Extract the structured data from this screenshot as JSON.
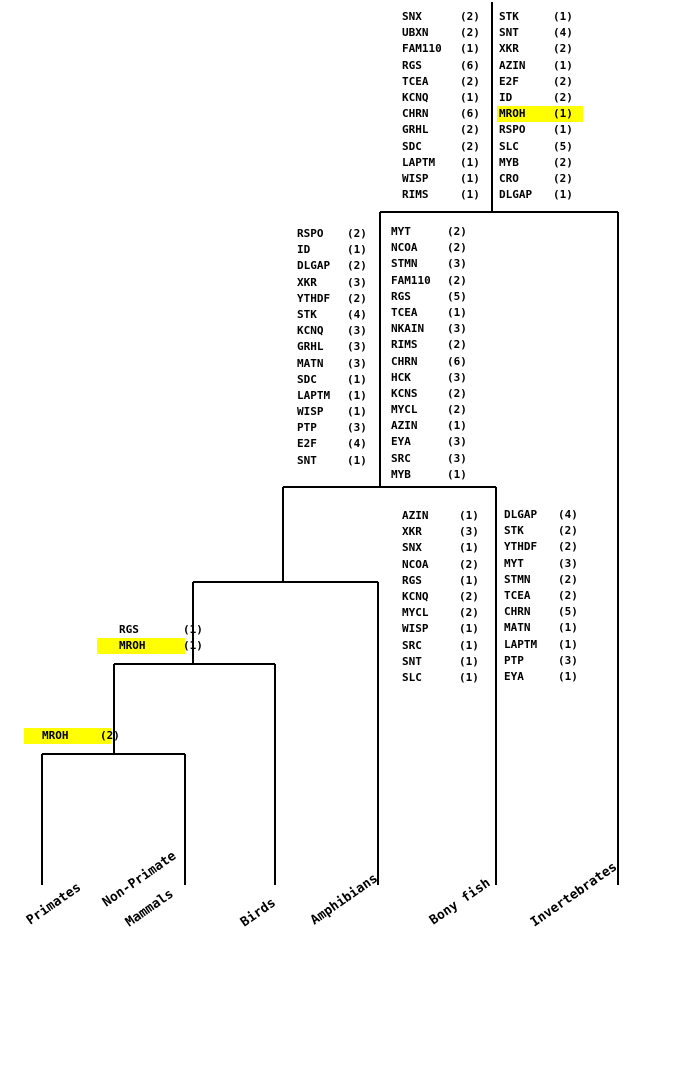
{
  "taxa": [
    {
      "id": "primates",
      "label": "Primates"
    },
    {
      "id": "non-primate-mammals",
      "line1": "Non-Primate",
      "line2": "Mammals"
    },
    {
      "id": "birds",
      "label": "Birds"
    },
    {
      "id": "amphibians",
      "label": "Amphibians"
    },
    {
      "id": "bony-fish",
      "label": "Bony fish"
    },
    {
      "id": "invertebrates",
      "label": "Invertebrates"
    }
  ],
  "highlight_color": "#ffff00",
  "groups": [
    {
      "id": "top-left",
      "genes": [
        {
          "name": "SNX",
          "count": "(2)"
        },
        {
          "name": "UBXN",
          "count": "(2)"
        },
        {
          "name": "FAM110",
          "count": "(1)"
        },
        {
          "name": "RGS",
          "count": "(6)"
        },
        {
          "name": "TCEA",
          "count": "(2)"
        },
        {
          "name": "KCNQ",
          "count": "(1)"
        },
        {
          "name": "CHRN",
          "count": "(6)"
        },
        {
          "name": "GRHL",
          "count": "(2)"
        },
        {
          "name": "SDC",
          "count": "(2)"
        },
        {
          "name": "LAPTM",
          "count": "(1)"
        },
        {
          "name": "WISP",
          "count": "(1)"
        },
        {
          "name": "RIMS",
          "count": "(1)"
        }
      ]
    },
    {
      "id": "top-right",
      "genes": [
        {
          "name": "STK",
          "count": "(1)"
        },
        {
          "name": "SNT",
          "count": "(4)"
        },
        {
          "name": "XKR",
          "count": "(2)"
        },
        {
          "name": "AZIN",
          "count": "(1)"
        },
        {
          "name": "E2F",
          "count": "(2)"
        },
        {
          "name": "ID",
          "count": "(2)"
        },
        {
          "name": "MROH",
          "count": "(1)",
          "highlight": true
        },
        {
          "name": "RSPO",
          "count": "(1)"
        },
        {
          "name": "SLC",
          "count": "(5)"
        },
        {
          "name": "MYB",
          "count": "(2)"
        },
        {
          "name": "CRO",
          "count": "(2)"
        },
        {
          "name": "DLGAP",
          "count": "(1)"
        }
      ]
    },
    {
      "id": "mid-left",
      "genes": [
        {
          "name": "RSPO",
          "count": "(2)"
        },
        {
          "name": "ID",
          "count": "(1)"
        },
        {
          "name": "DLGAP",
          "count": "(2)"
        },
        {
          "name": "XKR",
          "count": "(3)"
        },
        {
          "name": "YTHDF",
          "count": "(2)"
        },
        {
          "name": "STK",
          "count": "(4)"
        },
        {
          "name": "KCNQ",
          "count": "(3)"
        },
        {
          "name": "GRHL",
          "count": "(3)"
        },
        {
          "name": "MATN",
          "count": "(3)"
        },
        {
          "name": "SDC",
          "count": "(1)"
        },
        {
          "name": "LAPTM",
          "count": "(1)"
        },
        {
          "name": "WISP",
          "count": "(1)"
        },
        {
          "name": "PTP",
          "count": "(3)"
        },
        {
          "name": "E2F",
          "count": "(4)"
        },
        {
          "name": "SNT",
          "count": "(1)"
        }
      ]
    },
    {
      "id": "mid-right",
      "genes": [
        {
          "name": "MYT",
          "count": "(2)"
        },
        {
          "name": "NCOA",
          "count": "(2)"
        },
        {
          "name": "STMN",
          "count": "(3)"
        },
        {
          "name": "FAM110",
          "count": "(2)"
        },
        {
          "name": "RGS",
          "count": "(5)"
        },
        {
          "name": "TCEA",
          "count": "(1)"
        },
        {
          "name": "NKAIN",
          "count": "(3)"
        },
        {
          "name": "RIMS",
          "count": "(2)"
        },
        {
          "name": "CHRN",
          "count": "(6)"
        },
        {
          "name": "HCK",
          "count": "(3)"
        },
        {
          "name": "KCNS",
          "count": "(2)"
        },
        {
          "name": "MYCL",
          "count": "(2)"
        },
        {
          "name": "AZIN",
          "count": "(1)"
        },
        {
          "name": "EYA",
          "count": "(3)"
        },
        {
          "name": "SRC",
          "count": "(3)"
        },
        {
          "name": "MYB",
          "count": "(1)"
        }
      ]
    },
    {
      "id": "fish",
      "genes": [
        {
          "name": "AZIN",
          "count": "(1)"
        },
        {
          "name": "XKR",
          "count": "(3)"
        },
        {
          "name": "SNX",
          "count": "(1)"
        },
        {
          "name": "NCOA",
          "count": "(2)"
        },
        {
          "name": "RGS",
          "count": "(1)"
        },
        {
          "name": "KCNQ",
          "count": "(2)"
        },
        {
          "name": "MYCL",
          "count": "(2)"
        },
        {
          "name": "WISP",
          "count": "(1)"
        },
        {
          "name": "SRC",
          "count": "(1)"
        },
        {
          "name": "SNT",
          "count": "(1)"
        },
        {
          "name": "SLC",
          "count": "(1)"
        }
      ]
    },
    {
      "id": "invert",
      "genes": [
        {
          "name": "DLGAP",
          "count": "(4)"
        },
        {
          "name": "STK",
          "count": "(2)"
        },
        {
          "name": "YTHDF",
          "count": "(2)"
        },
        {
          "name": "MYT",
          "count": "(3)"
        },
        {
          "name": "STMN",
          "count": "(2)"
        },
        {
          "name": "TCEA",
          "count": "(2)"
        },
        {
          "name": "CHRN",
          "count": "(5)"
        },
        {
          "name": "MATN",
          "count": "(1)"
        },
        {
          "name": "LAPTM",
          "count": "(1)"
        },
        {
          "name": "PTP",
          "count": "(3)"
        },
        {
          "name": "EYA",
          "count": "(1)"
        }
      ]
    },
    {
      "id": "mammal-node",
      "genes": [
        {
          "name": "RGS",
          "count": "(1)"
        },
        {
          "name": "MROH",
          "count": "(1)",
          "highlight": true
        }
      ]
    },
    {
      "id": "primate-node",
      "genes": [
        {
          "name": "MROH",
          "count": "(2)",
          "highlight": true
        }
      ]
    }
  ]
}
